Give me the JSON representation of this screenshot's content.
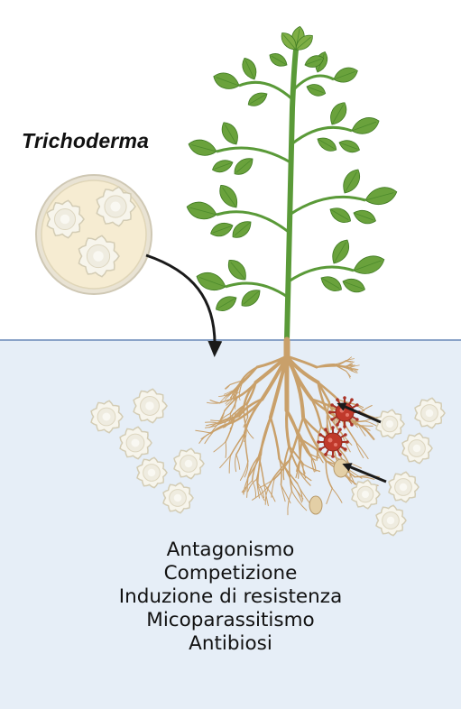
{
  "organism_label": "Trichoderma",
  "mechanisms": [
    "Antagonismo",
    "Competizione",
    "Induzione di resistenza",
    "Micoparassitismo",
    "Antibiosi"
  ],
  "colors": {
    "soil": "#e6eef7",
    "soil_line": "#8aa3c8",
    "petri_fill": "#f6ecd2",
    "colony": "#f7f5ec",
    "colony_edge": "#d8d2bd",
    "stem": "#5a9a38",
    "leaf": "#6aa23c",
    "root": "#c9a06a",
    "pathogen": "#c0392b",
    "arrow": "#1a1a1a"
  },
  "icons": [
    "petri-dish-icon",
    "fungal-colony-icon",
    "plant-icon",
    "root-icon",
    "pathogen-icon",
    "arrow-icon"
  ]
}
